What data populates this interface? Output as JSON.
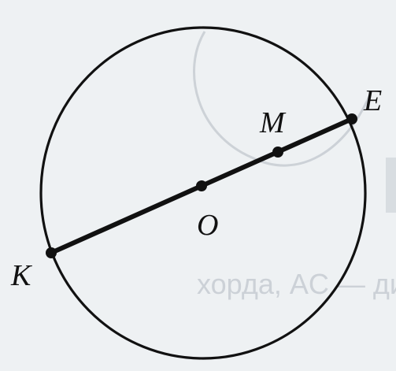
{
  "figure": {
    "points": {
      "K": "K",
      "O": "O",
      "M": "M",
      "E": "E"
    },
    "bleed_through_text": {
      "top_line": "",
      "bottom_line": "хорда, AC — диаметр"
    },
    "colors": {
      "ink": "#111111",
      "paper": "#eef1f3",
      "bleed": "#c9ced4"
    }
  }
}
